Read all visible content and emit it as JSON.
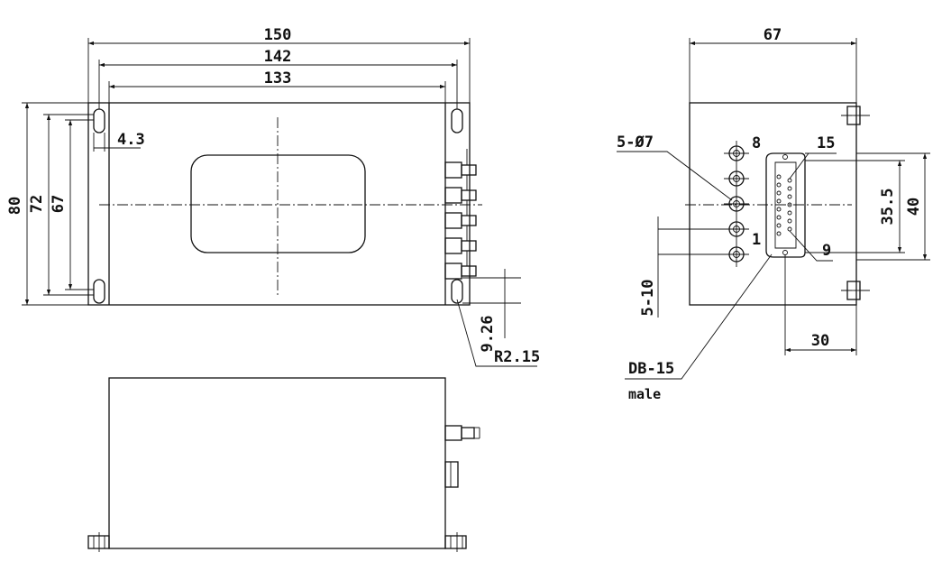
{
  "top_view": {
    "dim_overall_width": "150",
    "dim_outer_slot_span": "142",
    "dim_inner_slot_span": "133",
    "dim_slot_width": "4.3",
    "dim_overall_height": "80",
    "dim_outer_height": "72",
    "dim_inner_height": "67",
    "dim_slot_length": "9.26",
    "dim_slot_radius": "R2.15"
  },
  "end_view": {
    "dim_depth": "67",
    "label_holes": "5-Ø7",
    "pin_label_8": "8",
    "pin_label_15": "15",
    "pin_label_1": "1",
    "pin_label_9": "9",
    "dim_hole_pitch": "5-10",
    "dim_connector_span": "35.5",
    "dim_connector_height": "40",
    "dim_connector_offset": "30",
    "connector_label": "DB-15",
    "connector_gender": "male"
  }
}
